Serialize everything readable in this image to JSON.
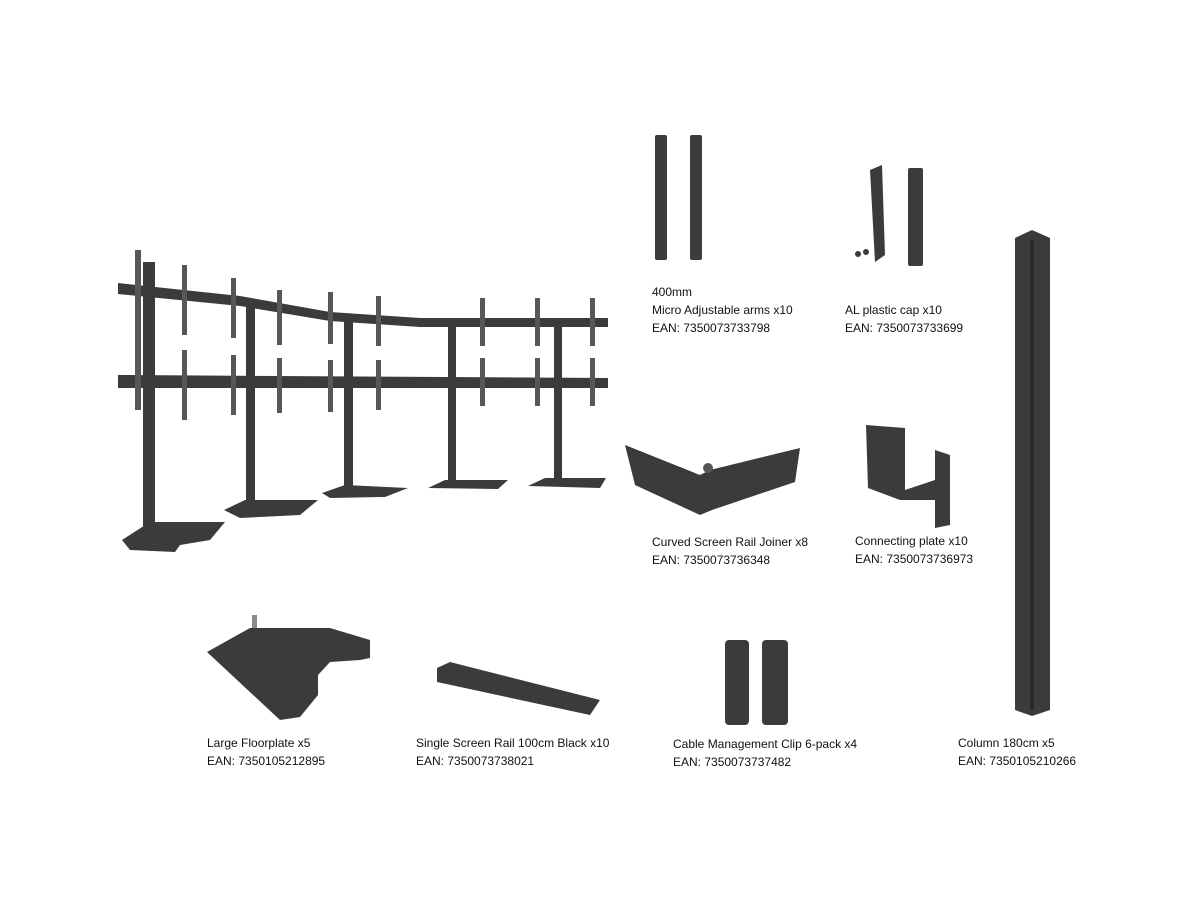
{
  "products": [
    {
      "prefix": "400mm",
      "name": "Micro Adjustable arms x10",
      "ean": "EAN: 7350073733798"
    },
    {
      "name": "AL plastic cap x10",
      "ean": "EAN: 7350073733699"
    },
    {
      "name": "Curved Screen Rail Joiner x8",
      "ean": "EAN: 7350073736348"
    },
    {
      "name": "Connecting plate x10",
      "ean": "EAN: 7350073736973"
    },
    {
      "name": "Large Floorplate x5",
      "ean": "EAN: 7350105212895"
    },
    {
      "name": "Single Screen Rail 100cm Black x10",
      "ean": "EAN: 7350073738021"
    },
    {
      "name": "Cable Management Clip 6-pack x4",
      "ean": "EAN: 7350073737482"
    },
    {
      "name": "Column 180cm x5",
      "ean": "EAN: 7350105210266"
    }
  ],
  "colors": {
    "metal": "#3b3b3d",
    "metal_light": "#56575a",
    "background": "#ffffff"
  }
}
